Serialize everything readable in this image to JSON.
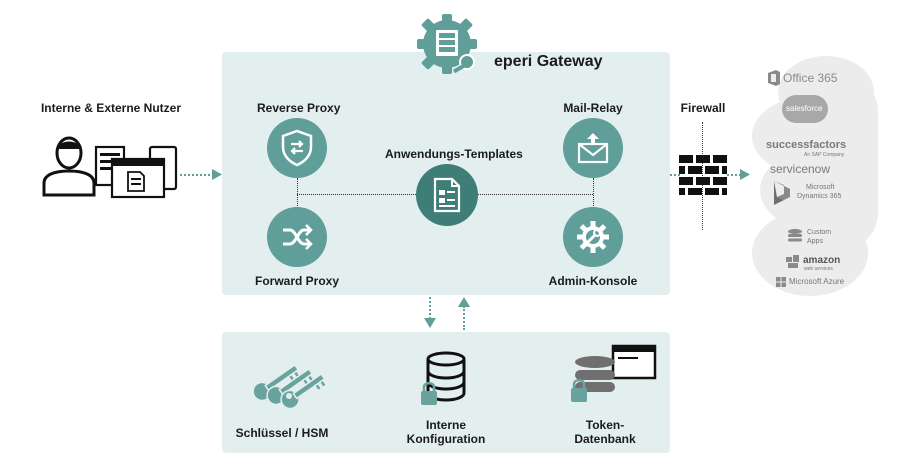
{
  "gateway": {
    "title": "eperi Gateway"
  },
  "users": {
    "label": "Interne & Externe Nutzer"
  },
  "firewall": {
    "label": "Firewall"
  },
  "components": {
    "reverse_proxy": "Reverse Proxy",
    "forward_proxy": "Forward Proxy",
    "templates": "Anwendungs-Templates",
    "mail_relay": "Mail-Relay",
    "admin_console": "Admin-Konsole"
  },
  "storage": {
    "keys": "Schlüssel / HSM",
    "config_line1": "Interne",
    "config_line2": "Konfiguration",
    "token_line1": "Token-",
    "token_line2": "Datenbank"
  },
  "cloud_services": {
    "office365": "Office 365",
    "salesforce": "salesforce",
    "successfactors": "successfactors",
    "successfactors_sub": "An SAP Company",
    "servicenow": "servicenow",
    "dynamics_line1": "Microsoft",
    "dynamics_line2": "Dynamics 365",
    "custom_line1": "Custom",
    "custom_line2": "Apps",
    "amazon": "amazon",
    "amazon_sub": "web services",
    "azure": "Microsoft Azure"
  },
  "colors": {
    "panel": "#e3efee",
    "icon_circle": "#5f9e99",
    "icon_circle_dark": "#3f7d78",
    "accent": "#5f9e99",
    "cloud": "#ececec"
  }
}
